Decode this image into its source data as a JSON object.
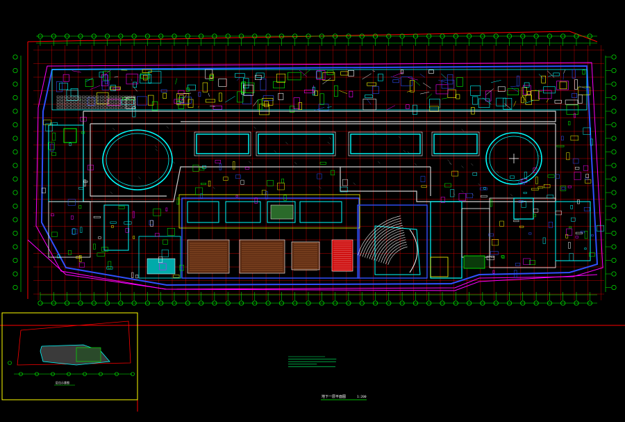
{
  "drawing": {
    "title": "地下一层平面图",
    "scale": "1:200",
    "inset_title": "区位示意图"
  },
  "colors": {
    "background": "#000000",
    "grid": "#ff0000",
    "axis": "#00ff00",
    "wall": "#00ffff",
    "outline": "#ff00ff",
    "accent": "#ffff00",
    "blue": "#3050ff",
    "white": "#ffffff",
    "brown": "#a0522d",
    "seat": "#ff3030",
    "text_green": "#00ff66"
  }
}
